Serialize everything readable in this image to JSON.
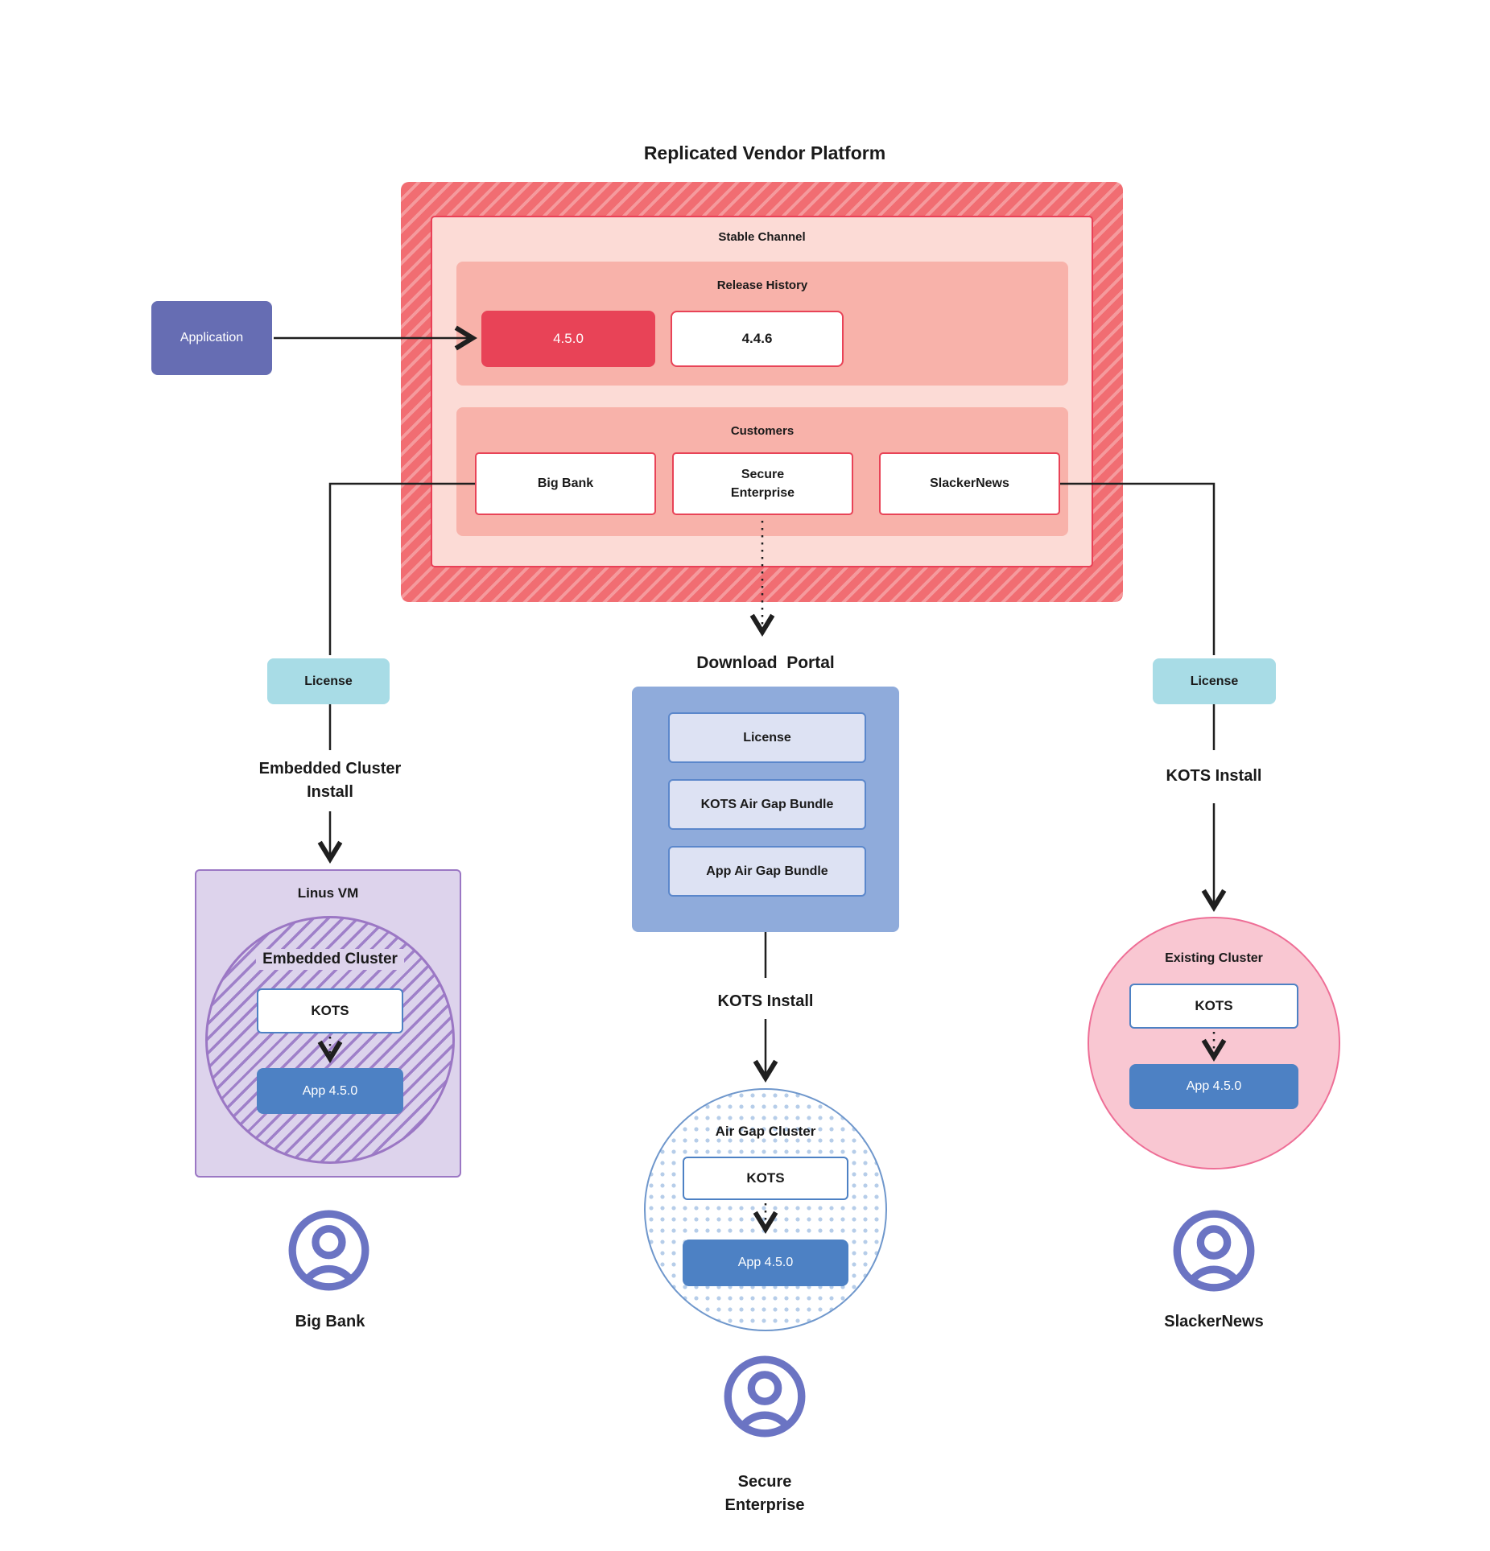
{
  "title": "Replicated Vendor Platform",
  "platform": {
    "stable_channel_label": "Stable Channel",
    "release_history": {
      "label": "Release History",
      "releases": [
        {
          "version": "4.5.0",
          "highlighted": true
        },
        {
          "version": "4.4.6",
          "highlighted": false
        }
      ]
    },
    "customers": {
      "label": "Customers",
      "items": [
        "Big Bank",
        "Secure Enterprise",
        "SlackerNews"
      ]
    }
  },
  "application": {
    "label": "Application"
  },
  "left_branch": {
    "license_label": "License",
    "install_label": "Embedded Cluster Install",
    "vm_label": "Linus VM",
    "cluster_label": "Embedded Cluster",
    "kots_label": "KOTS",
    "app_label": "App 4.5.0",
    "user_label": "Big Bank"
  },
  "middle_branch": {
    "portal_title": "Download  Portal",
    "portal_items": [
      "License",
      "KOTS Air Gap Bundle",
      "App Air Gap Bundle"
    ],
    "install_label": "KOTS Install",
    "cluster_label": "Air Gap Cluster",
    "kots_label": "KOTS",
    "app_label": "App 4.5.0",
    "user_label": "Secure Enterprise"
  },
  "right_branch": {
    "license_label": "License",
    "install_label": "KOTS Install",
    "cluster_label": "Existing Cluster",
    "kots_label": "KOTS",
    "app_label": "App 4.5.0",
    "user_label": "SlackerNews"
  },
  "colors": {
    "hatch_red_base": "#f16d72",
    "hatch_red_stripe": "#f59a9d",
    "stable_fill": "#fcdbd6",
    "stable_border": "#e94057",
    "band_fill": "#f8b2aa",
    "release_highlight": "#e84357",
    "application_purple": "#666db3",
    "license_teal": "#a8dce6",
    "portal_blue": "#8fabdb",
    "portal_item_fill": "#dde2f3",
    "portal_item_border": "#5b87cb",
    "vm_purple_fill": "#ddd3ec",
    "vm_purple_border": "#9b77c4",
    "kots_border_blue": "#4d81c4",
    "app_blue": "#4d81c4",
    "airgap_border": "#6f97cc",
    "pink_fill": "#f9c7d2",
    "pink_border": "#ee6e96",
    "user_icon_indigo": "#6b74c3",
    "line_black": "#1f1f1f"
  }
}
